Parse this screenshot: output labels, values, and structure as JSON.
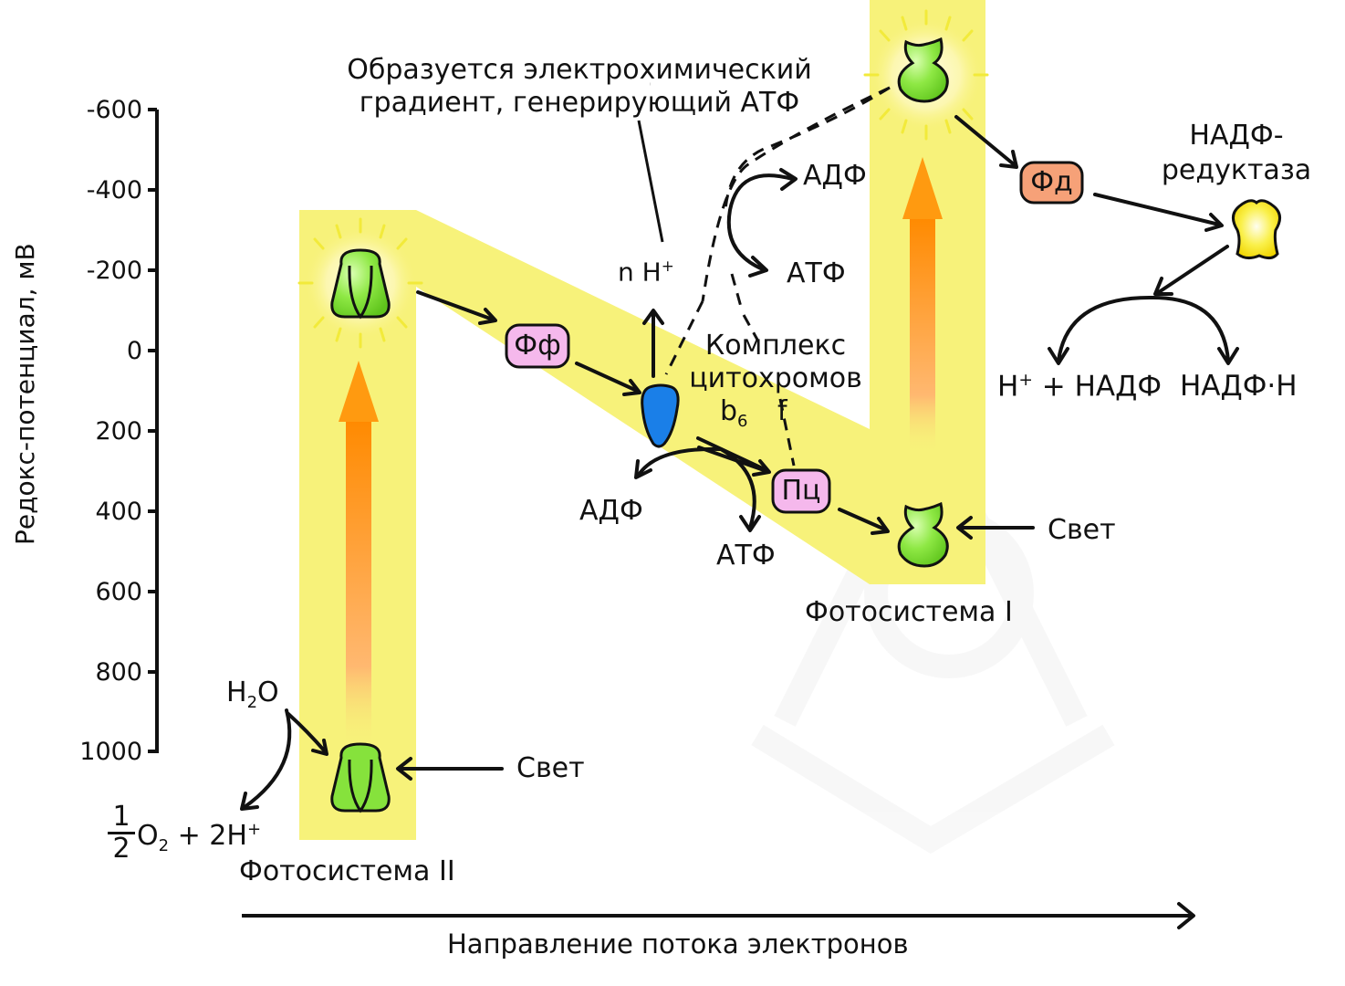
{
  "axis": {
    "label": "Редокс-потенциал, мВ",
    "ticks": [
      "-600",
      "-400",
      "-200",
      "0",
      "200",
      "400",
      "600",
      "800",
      "1000"
    ]
  },
  "direction_label": "Направление потока электронов",
  "photosystem2": {
    "label": "Фотосистема II",
    "light": "Свет",
    "water": "H",
    "water_sub": "2",
    "water_o": "O",
    "products": {
      "frac_num": "1",
      "frac_den": "2",
      "o": "O",
      "o_sub": "2",
      "rest": " + 2H",
      "rest_sup": "+"
    }
  },
  "photosystem1": {
    "label": "Фотосистема I",
    "light": "Свет"
  },
  "carriers": {
    "pheophytin": "Фф",
    "plastocyanin": "Пц",
    "ferredoxin": "Фд"
  },
  "gradient_note": {
    "line1": "Образуется электрохимический",
    "line2": "градиент, генерирующий АТФ"
  },
  "proton": {
    "text": "n H",
    "sup": "+"
  },
  "cytochrome": {
    "line1": "Комплекс",
    "line2": "цитохромов",
    "b": "b",
    "b_sub": "6",
    "f": "f"
  },
  "atp_cycle_top": {
    "adp": "АДФ",
    "atp": "АТФ"
  },
  "atp_cycle_bottom": {
    "adp": "АДФ",
    "atp": "АТФ"
  },
  "nadp_reductase": {
    "line1": "НАДФ-",
    "line2": "редуктаза"
  },
  "nadp_products": {
    "h": "H",
    "h_sup": "+",
    "left": " + НАДФ",
    "right": "НАДФ·H"
  },
  "colors": {
    "band": "#f7f27a",
    "glow": "#fbf9a8",
    "green": "#7ee03a",
    "orange": "#ff8c00",
    "pink": "#f4b6ea",
    "ferredoxin": "#f59a6b",
    "blue": "#1a7fe8",
    "yellow_enzyme": "#f6e832"
  },
  "icons": [
    "psii-complex-icon",
    "psi-complex-icon",
    "cytochrome-icon",
    "nadp-reductase-icon"
  ]
}
